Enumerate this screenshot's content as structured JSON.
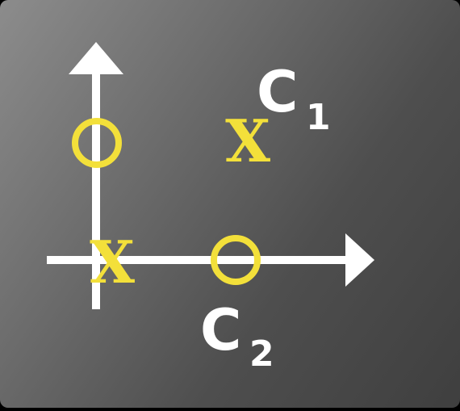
{
  "diagram": {
    "labels": {
      "c1": {
        "letter": "C",
        "subscript": "1"
      },
      "c2": {
        "letter": "C",
        "subscript": "2"
      }
    },
    "markers": {
      "cross_symbol": "X",
      "cross_count": 2,
      "circle_count": 2
    },
    "colors": {
      "axes": "#ffffff",
      "markers": "#f3e03a",
      "labels": "#ffffff"
    }
  }
}
